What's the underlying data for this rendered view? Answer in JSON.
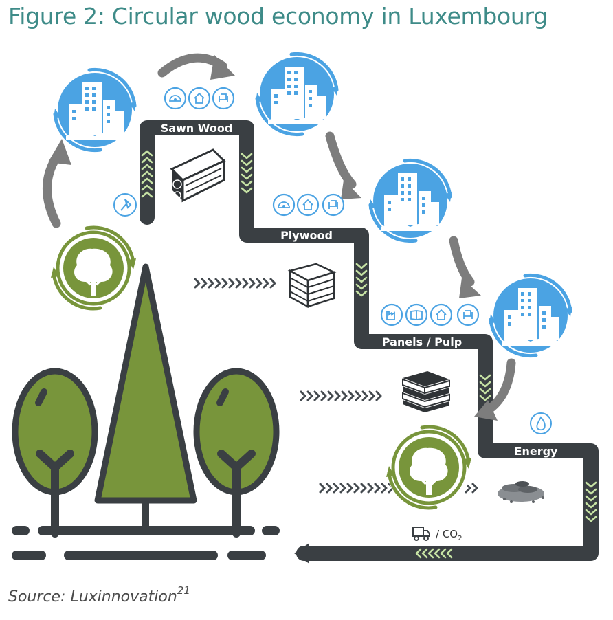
{
  "title": "Figure 2: Circular wood economy in Luxembourg",
  "stages": {
    "sawn_wood": "Sawn Wood",
    "plywood": "Plywood",
    "panels_pulp": "Panels / Pulp",
    "energy": "Energy"
  },
  "transport_label": "/ CO",
  "transport_subscript": "2",
  "source": {
    "text": "Source: Luxinnovation",
    "footnote": "21"
  },
  "colors": {
    "title": "#3e8b88",
    "road": "#3a3f43",
    "city_blue": "#4ba3e3",
    "tree_green": "#78953b",
    "arrow_gray": "#7d7d7d",
    "chevron_green": "#c6e2a4"
  },
  "icons": [
    "axe-icon",
    "saw-icon",
    "house-icon",
    "chair-icon",
    "factory-icon",
    "book-icon",
    "flame-icon",
    "truck-icon",
    "tree-icon",
    "city-icon",
    "wood-logs-icon",
    "plywood-stack-icon",
    "panel-stack-icon",
    "wood-pellets-icon"
  ]
}
